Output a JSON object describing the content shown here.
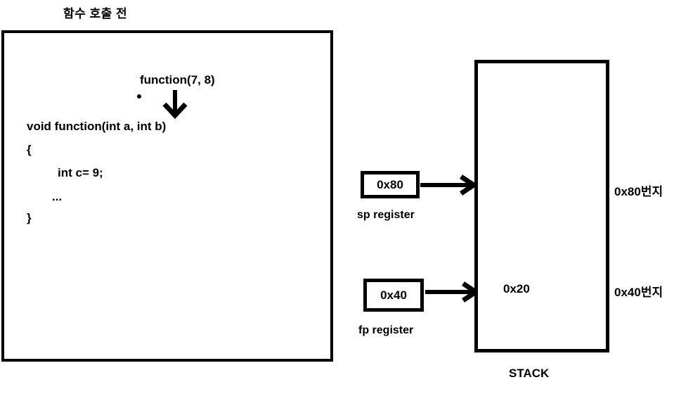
{
  "diagram": {
    "title": "함수 호출 전",
    "background_color": "#ffffff",
    "stroke_color": "#000000"
  },
  "code_panel": {
    "call_annotation": "function(7, 8)",
    "down_arrow_icon": "arrow-down-icon",
    "call_dot_icon": "bullet-dot-icon",
    "lines": [
      "void function(int a, int b)",
      "{",
      "int c= 9;",
      "...",
      "}"
    ]
  },
  "registers": [
    {
      "name": "sp",
      "value": "0x80",
      "label": "sp register",
      "arrow_icon": "arrow-right-icon"
    },
    {
      "name": "fp",
      "value": "0x40",
      "label": "fp register",
      "arrow_icon": "arrow-right-icon"
    }
  ],
  "stack": {
    "caption": "STACK",
    "slot_value": "0x20",
    "address_labels": {
      "top": "0x80번지",
      "bottom": "0x40번지"
    }
  }
}
